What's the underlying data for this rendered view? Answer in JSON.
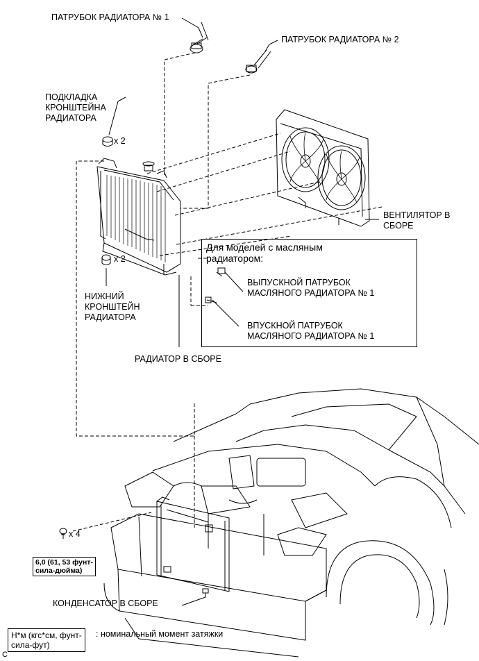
{
  "labels": {
    "hose1": "ПАТРУБОК РАДИАТОРА № 1",
    "hose2": "ПАТРУБОК РАДИАТОРА № 2",
    "support_cushion": "ПОДКЛАДКА\nКРОНШТЕЙНА\nРАДИАТОРА",
    "qty_upper": "x 2",
    "fan": "ВЕНТИЛЯТОР В\nСБОРЕ",
    "oil_header": "Для моделей с масляным\nрадиатором:",
    "outlet_hose": "ВЫПУСКНОЙ ПАТРУБОК\nМАСЛЯНОГО РАДИАТОРА № 1",
    "inlet_hose": "ВПУСКНОЙ ПАТРУБОК\nМАСЛЯНОГО РАДИАТОРА № 1",
    "qty_lower": "x 2",
    "lower_support": "НИЖНИЙ\nКРОНШТЕЙН\nРАДИАТОРА",
    "radiator": "РАДИАТОР В СБОРЕ",
    "qty_bolts": "x 4",
    "torque": "6,0 (61, 53 фунт-\nсила-дюйма)",
    "condenser": "КОНДЕНСАТОР В СБОРЕ",
    "legend_units": "Н*м (кгс*см, фунт-\nсила-фут)",
    "legend_desc": ": номинальный момент затяжки",
    "corner_code": "C"
  }
}
